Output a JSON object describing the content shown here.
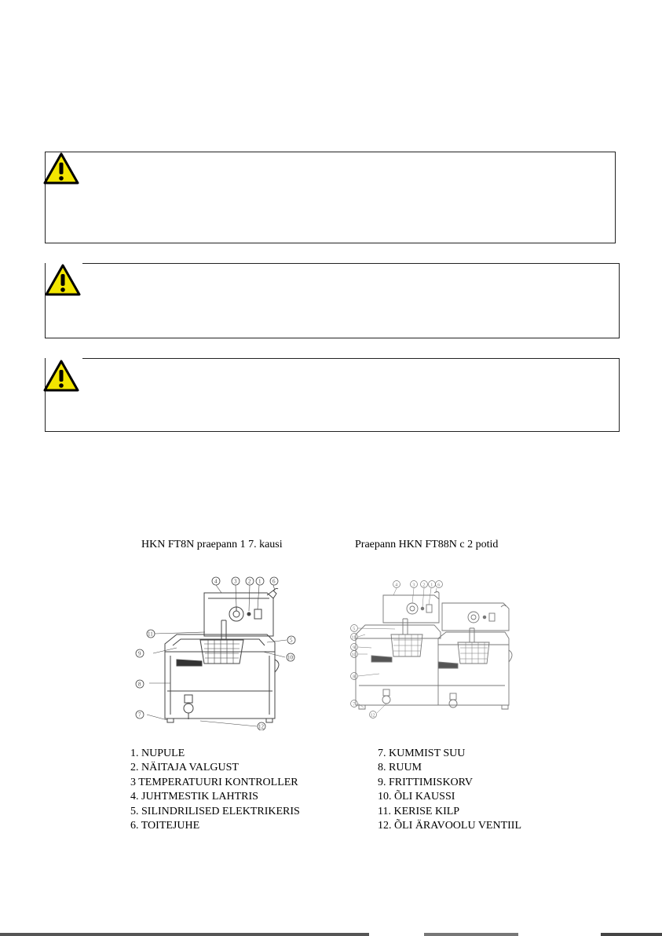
{
  "warnings": [
    {
      "icon": "warning-triangle-icon"
    },
    {
      "icon": "warning-triangle-icon"
    },
    {
      "icon": "warning-triangle-icon"
    }
  ],
  "figures": {
    "single": {
      "caption": "HKN FT8N praepann 1 7. kausi"
    },
    "double": {
      "caption": "Praepann HKN FT88N c 2 potid"
    }
  },
  "callouts": {
    "single": [
      "4",
      "3",
      "2",
      "1",
      "6",
      "11",
      "5",
      "9",
      "10",
      "8",
      "7",
      "12"
    ],
    "double": [
      "4",
      "3",
      "2",
      "1",
      "6",
      "5",
      "11",
      "9",
      "10",
      "8",
      "7",
      "12"
    ]
  },
  "legend": {
    "left": [
      "1. NUPULE",
      "2. NÄITAJA VALGUST",
      "3 TEMPERATUURI KONTROLLER",
      "4. JUHTMESTIK LAHTRIS",
      "5. SILINDRILISED ELEKTRIKERIS",
      "6. TOITEJUHE"
    ],
    "right": [
      "7. KUMMIST SUU",
      "8. RUUM",
      "9. FRITTIMISKORV",
      "10. ÕLI KAUSSI",
      "11. KERISE KILP",
      "12. ÕLI ÄRAVOOLU VENTIIL"
    ]
  },
  "colors": {
    "warning_yellow": "#f2e500",
    "border": "#222222"
  }
}
